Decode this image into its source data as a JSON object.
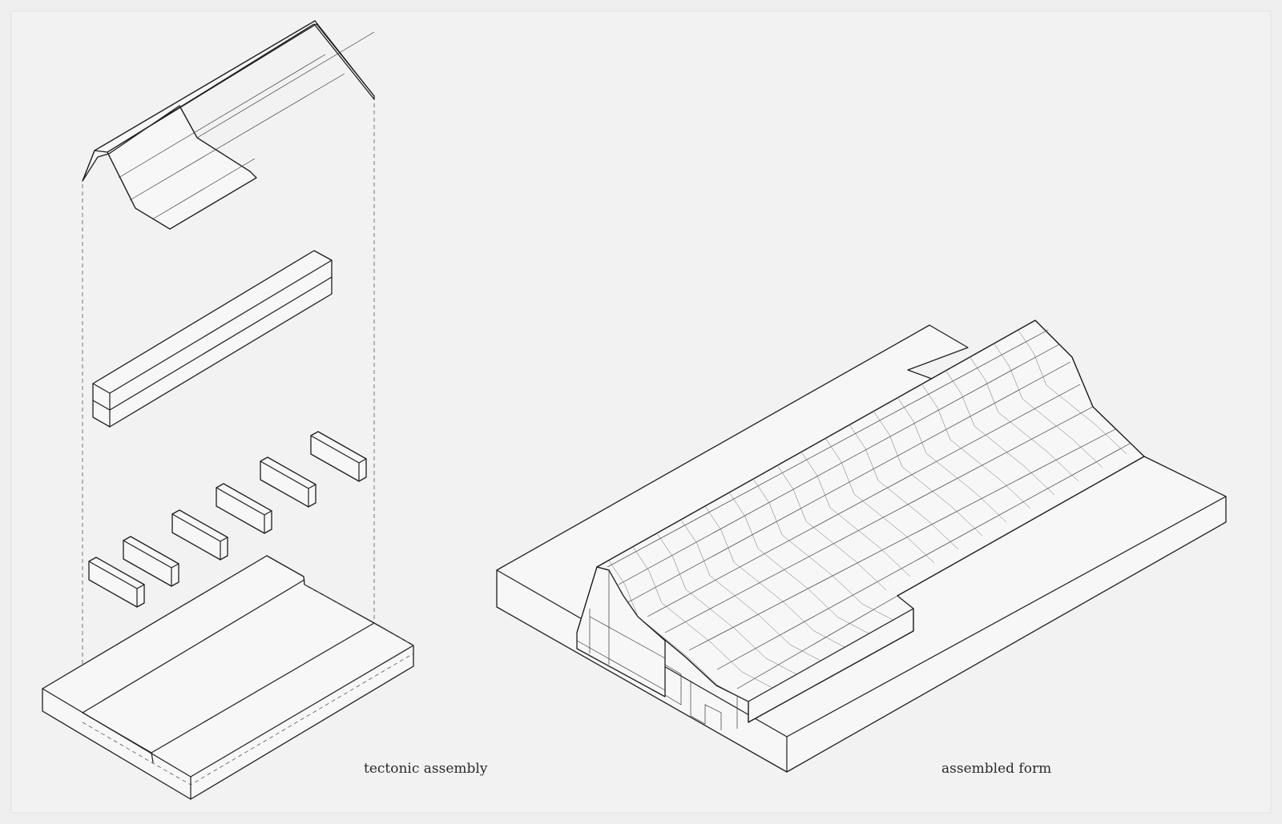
{
  "captions": {
    "left": "tectonic assembly",
    "right": "assembled form"
  },
  "components": {
    "exploded": [
      "roof-shell",
      "ridge-beam",
      "timber-frames",
      "base-platform"
    ],
    "frame_count": 6
  },
  "colors": {
    "background": "#efefef",
    "line": "#1e1e1e"
  }
}
